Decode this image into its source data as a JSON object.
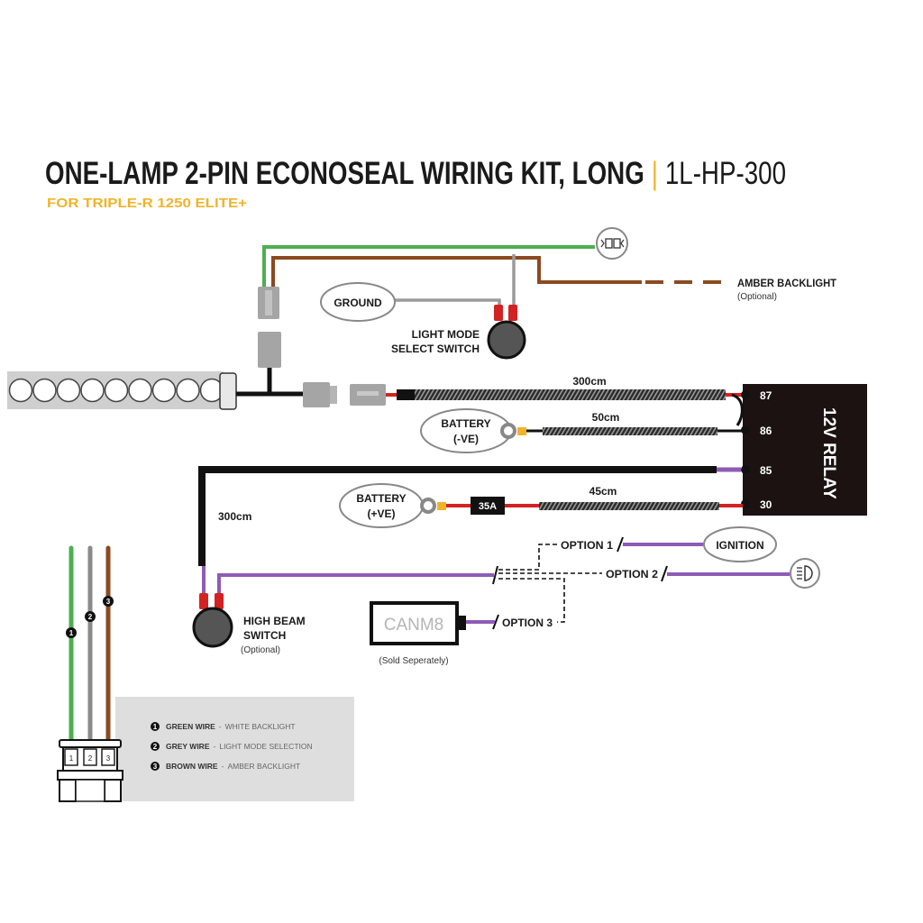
{
  "header": {
    "title": "ONE-LAMP 2-PIN ECONOSEAL WIRING KIT, LONG",
    "separator": "|",
    "part_number": "1L-HP-300",
    "subtitle": "FOR TRIPLE-R 1250 ELITE+"
  },
  "labels": {
    "ground": "GROUND",
    "light_mode_switch_line1": "LIGHT MODE",
    "light_mode_switch_line2": "SELECT SWITCH",
    "amber_backlight": "AMBER BACKLIGHT",
    "amber_backlight_note": "(Optional)",
    "battery_neg_line1": "BATTERY",
    "battery_neg_line2": "(-VE)",
    "battery_pos_line1": "BATTERY",
    "battery_pos_line2": "(+VE)",
    "fuse": "35A",
    "high_beam_line1": "HIGH BEAM",
    "high_beam_line2": "SWITCH",
    "high_beam_note": "(Optional)",
    "ignition": "IGNITION",
    "option1": "OPTION 1",
    "option2": "OPTION 2",
    "option3": "OPTION 3",
    "canm8": "CANM8",
    "canm8_note": "(Sold Seperately)"
  },
  "lengths": {
    "main_harness": "300cm",
    "ground_wire": "50cm",
    "power_wire": "45cm",
    "switch_wire": "300cm"
  },
  "relay": {
    "name": "12V RELAY",
    "pins": [
      "87",
      "86",
      "85",
      "30"
    ]
  },
  "connector_pins": [
    "1",
    "2",
    "3"
  ],
  "legend": [
    {
      "num": "1",
      "wire": "GREEN WIRE",
      "function": "WHITE BACKLIGHT",
      "color": "#4caf50"
    },
    {
      "num": "2",
      "wire": "GREY WIRE",
      "function": "LIGHT MODE SELECTION",
      "color": "#8a8a8a"
    },
    {
      "num": "3",
      "wire": "BROWN WIRE",
      "function": "AMBER BACKLIGHT",
      "color": "#8b4a1f"
    }
  ],
  "colors": {
    "green_wire": "#4caf50",
    "grey_wire": "#9a9a9a",
    "brown_wire": "#8b4a1f",
    "purple_wire": "#8e5bb5",
    "red_wire": "#d32222",
    "accent_yellow": "#f0b429",
    "relay": "#1c1212"
  },
  "icons": {
    "backlight": "lamp-backlight-icon",
    "high_beam": "high-beam-icon"
  }
}
